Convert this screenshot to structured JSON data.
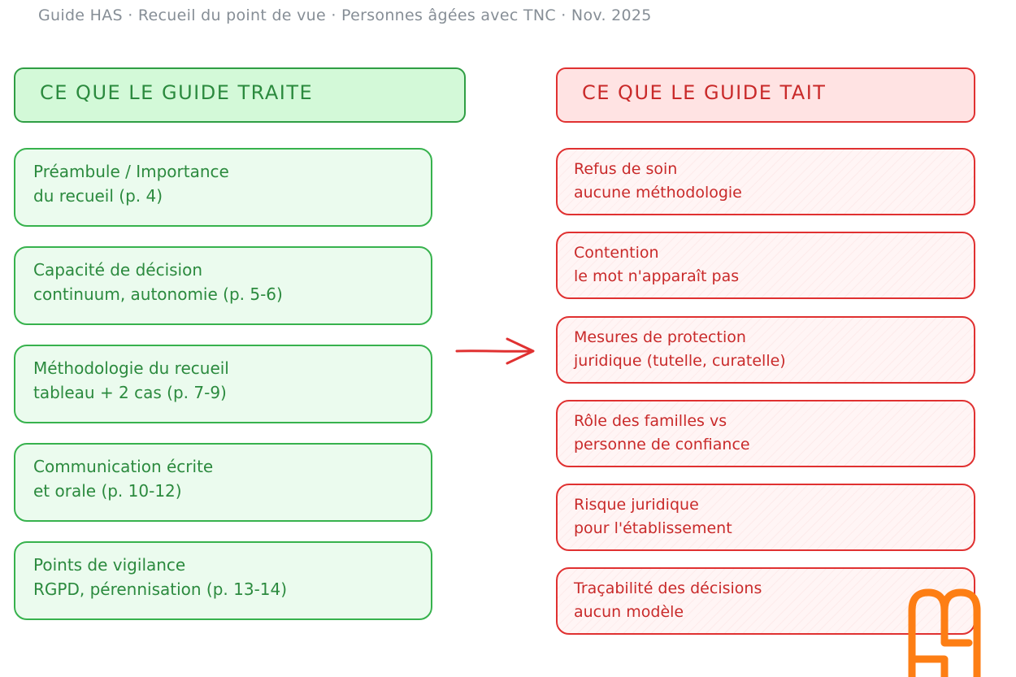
{
  "subtitle": "Guide HAS · Recueil du point de vue · Personnes âgées avec TNC · Nov. 2025",
  "left": {
    "header": "CE QUE LE GUIDE TRAITE",
    "items": [
      {
        "line1": "Préambule / Importance",
        "line2": "du recueil (p. 4)"
      },
      {
        "line1": "Capacité de décision",
        "line2": "continuum, autonomie (p. 5-6)"
      },
      {
        "line1": "Méthodologie du recueil",
        "line2": "tableau + 2 cas (p. 7-9)"
      },
      {
        "line1": "Communication écrite",
        "line2": "et orale (p. 10-12)"
      },
      {
        "line1": "Points de vigilance",
        "line2": "RGPD, pérennisation (p. 13-14)"
      }
    ]
  },
  "right": {
    "header": "CE QUE LE GUIDE TAIT",
    "items": [
      {
        "line1": "Refus de soin",
        "line2": "aucune méthodologie"
      },
      {
        "line1": "Contention",
        "line2": "le mot n'apparaît pas"
      },
      {
        "line1": "Mesures de protection",
        "line2": "juridique (tutelle, curatelle)"
      },
      {
        "line1": "Rôle des familles vs",
        "line2": "personne de confiance"
      },
      {
        "line1": "Risque juridique",
        "line2": "pour l'établissement"
      },
      {
        "line1": "Traçabilité des décisions",
        "line2": "aucun modèle"
      }
    ]
  },
  "colors": {
    "green_stroke": "#2f9e44",
    "green_fill": "#d3f9d8",
    "red_stroke": "#e03131",
    "red_fill": "#ffe3e3",
    "arrow": "#e03131",
    "logo": "#fd7e14"
  }
}
